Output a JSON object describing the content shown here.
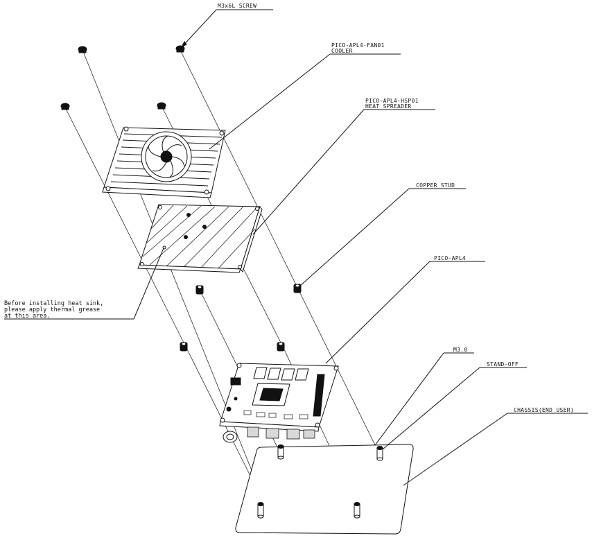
{
  "labels": {
    "screw": "M3x6L SCREW",
    "cooler_part": "PICO-APL4-FAN01",
    "cooler_name": "COOLER",
    "spreader_part": "PICO-APL4-HSP01",
    "spreader_name": "HEAT SPREADER",
    "copper_stud": "COPPER STUD",
    "board": "PICO-APL4",
    "m30": "M3.0",
    "standoff": "STAND-OFF",
    "chassis": "CHASSIS(END USER)"
  },
  "note": {
    "line1": "Before installing heat sink,",
    "line2": "please apply thermal grease",
    "line3": "at this area."
  },
  "colors": {
    "ink": "#111111",
    "paper": "#ffffff"
  }
}
